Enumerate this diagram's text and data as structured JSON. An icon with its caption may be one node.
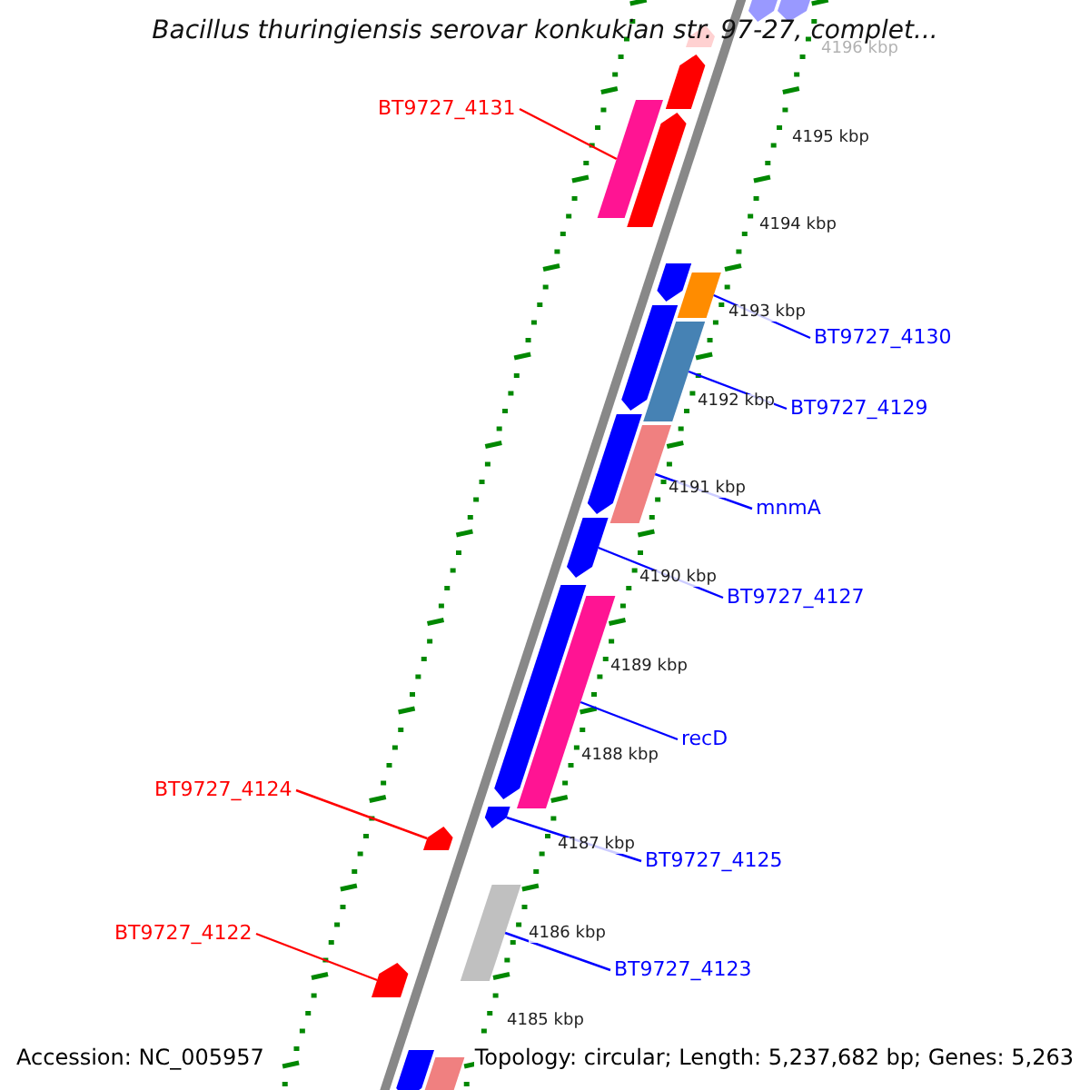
{
  "diagram": {
    "title": "Bacillus thuringiensis serovar konkukian str. 97-27, complet...",
    "nodes": [
      {
        "text": [
          "BT9727_4131"
        ]
      },
      {
        "text": [],
        "shape": "bar"
      },
      {
        "text": [
          "BT9727_4130"
        ]
      },
      {
        "text": [],
        "shape": "bar"
      },
      {
        "text": [
          "BT9727_4129"
        ]
      },
      {
        "text": [],
        "shape": "bar"
      },
      {
        "text": [
          "mnmA"
        ]
      },
      {
        "text": [],
        "shape": "bar"
      },
      {
        "text": [
          "BT9727_4127"
        ]
      },
      {
        "text": [],
        "shape": "pentagon"
      },
      {
        "text": [
          "recD"
        ]
      },
      {
        "text": [],
        "shape": "bar"
      },
      {
        "text": [
          "BT9727_4125"
        ]
      },
      {
        "text": [],
        "shape": "pentagon"
      },
      {
        "text": [
          "BT9727_4124"
        ]
      },
      {
        "text": [],
        "shape": "pentagon"
      },
      {
        "text": [
          "BT9727_4123"
        ]
      },
      {
        "text": [],
        "shape": "bar"
      },
      {
        "text": [
          "BT9727_4122"
        ]
      },
      {
        "text": [],
        "shape": "pentagon"
      },
      {
        "text": [],
        "shape": "pentagon"
      },
      {
        "text": [],
        "shape": "pentagon"
      },
      {
        "text": [],
        "shape": "pentagon"
      },
      {
        "text": [],
        "shape": "pentagon"
      },
      {
        "text": [],
        "shape": "pentagon"
      },
      {
        "text": [],
        "shape": "pentagon"
      },
      {
        "text": [],
        "shape": "pentagon"
      },
      {
        "text": [],
        "shape": "pentagon"
      },
      {
        "text": [],
        "shape": "pentagon"
      },
      {
        "text": [],
        "shape": "pentagon"
      },
      {
        "text": [],
        "shape": "bar"
      }
    ],
    "edges": [
      {
        "from": 0,
        "to": 1,
        "arrow": "none",
        "color": "#ff0000"
      },
      {
        "from": 2,
        "to": 3,
        "arrow": "none"
      },
      {
        "from": 4,
        "to": 5,
        "arrow": "none"
      },
      {
        "from": 6,
        "to": 7,
        "arrow": "none"
      },
      {
        "from": 8,
        "to": 9,
        "arrow": "none"
      },
      {
        "from": 10,
        "to": 11,
        "arrow": "none"
      },
      {
        "from": 12,
        "to": 13,
        "arrow": "none"
      },
      {
        "from": 14,
        "to": 15,
        "arrow": "none",
        "color": "#ff0000"
      },
      {
        "from": 16,
        "to": 17,
        "arrow": "none"
      },
      {
        "from": 18,
        "to": 19,
        "arrow": "none",
        "color": "#ff0000"
      }
    ],
    "labels": [
      "4196 kbp",
      "4195 kbp",
      "4194 kbp",
      "4193 kbp",
      "4192 kbp",
      "4191 kbp",
      "4190 kbp",
      "4189 kbp",
      "4188 kbp",
      "4187 kbp",
      "4186 kbp",
      "4185 kbp",
      "Accession: NC_005957",
      "Topology: circular; Length: 5,237,682 bp; Genes: 5,263"
    ]
  }
}
